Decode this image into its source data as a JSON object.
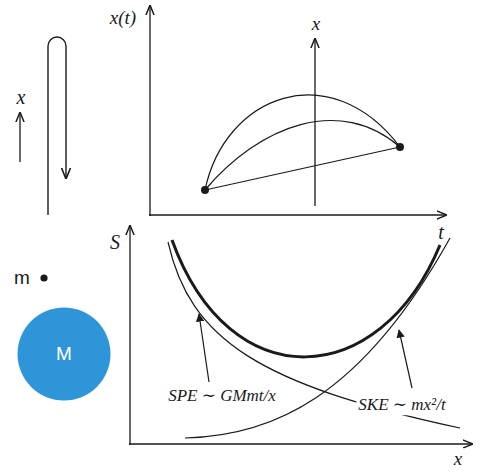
{
  "diagram": {
    "nodes": [
      {
        "text": [
          "M"
        ]
      }
    ],
    "labels": [
      "x",
      "m",
      "x(t)",
      "x",
      "t",
      "S",
      "x",
      "SPE ∼ GMmt/x",
      "SKE ∼ mx²/t"
    ]
  }
}
